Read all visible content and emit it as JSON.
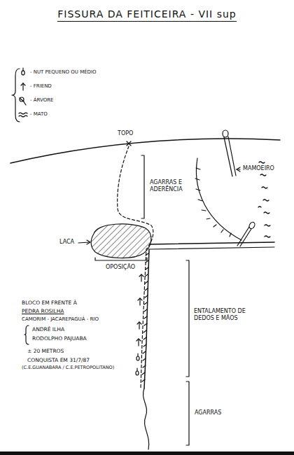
{
  "diagram": {
    "title": "FISSURA DA FEITICEIRA - VII sup",
    "labels": [
      "TOPO",
      "MAMOEIRO",
      "AGARRAS E ADERÊNCIA",
      "LACA",
      "OPOSIÇÃO",
      "ENTALAMENTO DE DEDOS E MÃOS",
      "AGARRAS",
      "BLOCO EM FRENTE À",
      "PEDRA ROSILHA",
      "CAMORIM - JACAREPAGUÁ - RIO",
      "ANDRÉ ILHA",
      "RODOLPHO PAJUABA",
      "± 20 METROS",
      "CONQUISTA EM 31/7/87",
      "(C.E.GUANABARA / C.E.PETROPOLITANO)"
    ],
    "legend": [
      {
        "text": "- NUT PEQUENO OU MÉDIO"
      },
      {
        "text": "- FRIEND"
      },
      {
        "text": "- ÁRVORE"
      },
      {
        "text": "- MATO"
      }
    ]
  }
}
